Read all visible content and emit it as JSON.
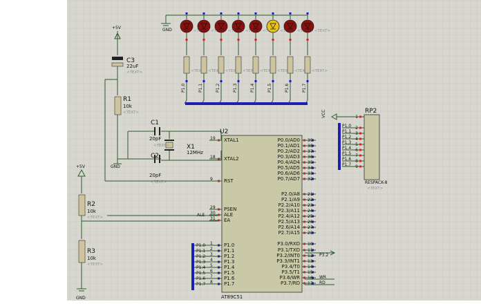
{
  "labels": {
    "gnd": "GND",
    "plus5v": "+5V",
    "text": "<TEXT>"
  },
  "leds": {
    "count": 8,
    "colors": [
      "#8a1010",
      "#8a1010",
      "#8a1010",
      "#8a1010",
      "#8a1010",
      "#e8c21a",
      "#8a1010",
      "#8a1010"
    ],
    "lit_index": 5,
    "led_label": "<TEXT>"
  },
  "resistor_array": {
    "nets": [
      "P1.0",
      "P1.1",
      "P1.2",
      "P1.3",
      "P1.4",
      "P1.5",
      "P1.6",
      "P1.7"
    ],
    "label": "<TEXT>"
  },
  "parts": {
    "c3": {
      "ref": "C3",
      "value": "22uF"
    },
    "r1": {
      "ref": "R1",
      "value": "10k"
    },
    "c1": {
      "ref": "C1",
      "value": "20pF"
    },
    "c2": {
      "ref": "C2",
      "value": "20pF"
    },
    "x1": {
      "ref": "X1",
      "value": "12MHz"
    },
    "r2": {
      "ref": "R2",
      "value": "10k"
    },
    "r3": {
      "ref": "R3",
      "value": "10k"
    }
  },
  "mcu": {
    "ref": "U2",
    "part": "AT89C51",
    "left_pins": [
      {
        "num": "19",
        "name": "XTAL1"
      },
      {
        "num": "18",
        "name": "XTAL2"
      },
      {
        "num": "9",
        "name": "RST"
      },
      {
        "num": "29",
        "name": "PSEN"
      },
      {
        "num": "30",
        "name": "ALE",
        "net": "ALE"
      },
      {
        "num": "31",
        "name": "EA"
      },
      {
        "num": "1",
        "name": "P1.0",
        "net": "P1.0"
      },
      {
        "num": "2",
        "name": "P1.1",
        "net": "P1.1"
      },
      {
        "num": "3",
        "name": "P1.2",
        "net": "P1.2"
      },
      {
        "num": "4",
        "name": "P1.3",
        "net": "P1.3"
      },
      {
        "num": "5",
        "name": "P1.4",
        "net": "P1.4"
      },
      {
        "num": "6",
        "name": "P1.5",
        "net": "P1.5"
      },
      {
        "num": "7",
        "name": "P1.6",
        "net": "P1.6"
      },
      {
        "num": "8",
        "name": "P1.7",
        "net": "P1.7"
      }
    ],
    "right_pins": [
      {
        "num": "39",
        "name": "P0.0/AD0"
      },
      {
        "num": "38",
        "name": "P0.1/AD1"
      },
      {
        "num": "37",
        "name": "P0.2/AD2"
      },
      {
        "num": "36",
        "name": "P0.3/AD3"
      },
      {
        "num": "35",
        "name": "P0.4/AD4"
      },
      {
        "num": "34",
        "name": "P0.5/AD5"
      },
      {
        "num": "33",
        "name": "P0.6/AD6"
      },
      {
        "num": "32",
        "name": "P0.7/AD7"
      },
      {
        "num": "21",
        "name": "P2.0/A8"
      },
      {
        "num": "22",
        "name": "P2.1/A9"
      },
      {
        "num": "23",
        "name": "P2.2/A10"
      },
      {
        "num": "24",
        "name": "P2.3/A11"
      },
      {
        "num": "25",
        "name": "P2.4/A12"
      },
      {
        "num": "26",
        "name": "P2.5/A13"
      },
      {
        "num": "27",
        "name": "P2.6/A14"
      },
      {
        "num": "28",
        "name": "P2.7/A15"
      },
      {
        "num": "10",
        "name": "P3.0/RXD"
      },
      {
        "num": "11",
        "name": "P3.1/TXD"
      },
      {
        "num": "12",
        "name": "P3.2/INT0"
      },
      {
        "num": "13",
        "name": "P3.3/INT1"
      },
      {
        "num": "14",
        "name": "P3.4/T0"
      },
      {
        "num": "15",
        "name": "P3.5/T1"
      },
      {
        "num": "16",
        "name": "P3.6/WR"
      },
      {
        "num": "17",
        "name": "P3.7/RD"
      }
    ]
  },
  "nets": {
    "p32": "P3.2",
    "wr": "WR",
    "rd": "RD"
  },
  "rp2": {
    "ref": "RP2",
    "part": "RESPACK-8",
    "vcc": "VCC",
    "pins": [
      "1",
      "2",
      "3",
      "4",
      "5",
      "6",
      "7",
      "8",
      "9"
    ],
    "nets": [
      "P1.0",
      "P1.1",
      "P1.2",
      "P1.3",
      "P1.4",
      "P1.5",
      "P1.6",
      "P1.7"
    ]
  }
}
